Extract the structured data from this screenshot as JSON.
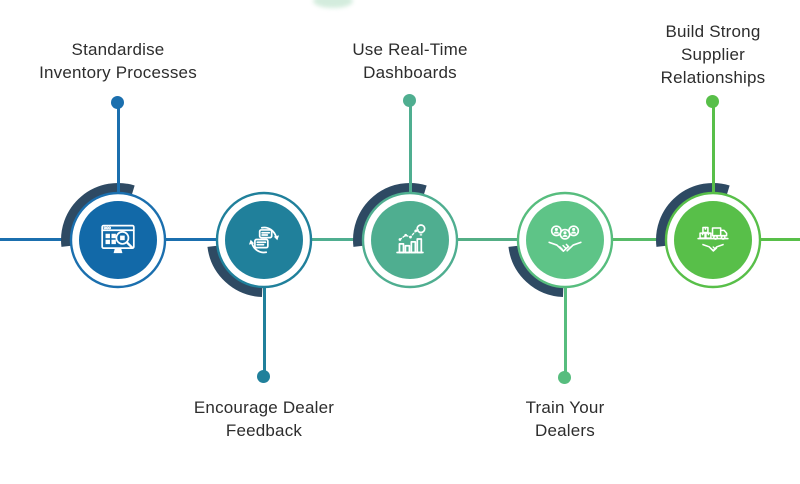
{
  "canvas": {
    "background": "#ffffff"
  },
  "logo_fragment": {
    "color": "#9fd6b4"
  },
  "connector": {
    "segment_colors": [
      "#1b6fae",
      "#1b6fae",
      "#4fae90",
      "#53ae85",
      "#57bb68",
      "#58bf49"
    ]
  },
  "steps": [
    {
      "label": "Standardise\nInventory Processes",
      "label_position": "top",
      "icon": "inventory-monitor-search-icon",
      "fill_color": "#1269a8",
      "line_color": "#1b6fae",
      "arc_color": "#2e4a63"
    },
    {
      "label": "Encourage Dealer\nFeedback",
      "label_position": "bottom",
      "icon": "feedback-chat-cycle-icon",
      "fill_color": "#20809b",
      "line_color": "#20809b",
      "arc_color": "#2e4a63"
    },
    {
      "label": "Use Real-Time\nDashboards",
      "label_position": "top",
      "icon": "dashboard-chart-bulb-icon",
      "fill_color": "#4fae90",
      "line_color": "#4fae90",
      "arc_color": "#2e4a63"
    },
    {
      "label": "Train Your\nDealers",
      "label_position": "bottom",
      "icon": "team-handshake-icon",
      "fill_color": "#5ec487",
      "line_color": "#57bd7e",
      "arc_color": "#2e4a63"
    },
    {
      "label": "Build Strong\nSupplier\nRelationships",
      "label_position": "top",
      "icon": "supplier-truck-handshake-icon",
      "fill_color": "#58bf49",
      "line_color": "#58bf49",
      "arc_color": "#2e4a63"
    }
  ]
}
